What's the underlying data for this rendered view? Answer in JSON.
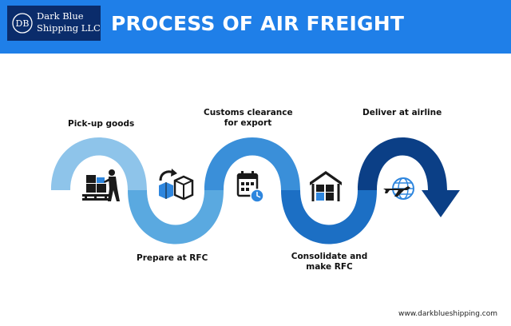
{
  "header": {
    "brand_line1": "Dark Blue",
    "brand_line2": "Shipping LLC",
    "logo_monogram": "DB",
    "title": "PROCESS OF AIR FREIGHT",
    "background_color": "#1f7fe8",
    "logo_box_color": "#0a2c6b"
  },
  "steps": [
    {
      "label": "Pick-up goods",
      "icon": "worker-loading-boxes-icon"
    },
    {
      "label": "Prepare at RFC",
      "icon": "boxes-arrow-icon"
    },
    {
      "label_line1": "Customs clearance",
      "label_line2": "for export",
      "icon": "calendar-clock-icon"
    },
    {
      "label_line1": "Consolidate and",
      "label_line2": "make RFC",
      "icon": "warehouse-icon"
    },
    {
      "label": "Deliver at airline",
      "icon": "plane-globe-icon"
    }
  ],
  "path_colors": [
    "#8ec4ea",
    "#5aa9e0",
    "#3a8fd9",
    "#1c6fc4",
    "#0b3f86"
  ],
  "footer": {
    "url": "www.darkblueshipping.com"
  }
}
